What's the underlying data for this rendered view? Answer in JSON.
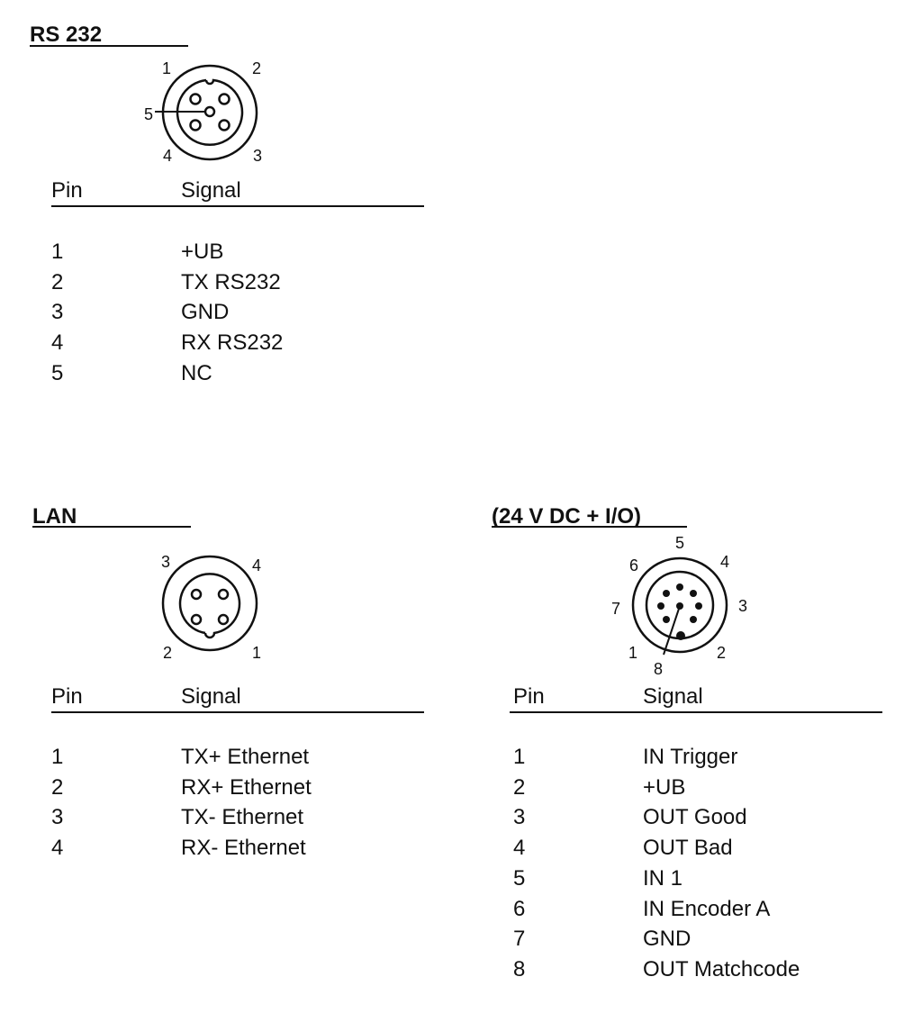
{
  "sections": {
    "rs232": {
      "title": "RS 232",
      "header": {
        "pin": "Pin",
        "signal": "Signal"
      },
      "pin_labels": [
        "1",
        "2",
        "3",
        "4",
        "5"
      ],
      "rows": [
        {
          "pin": "1",
          "signal": "+UB"
        },
        {
          "pin": "2",
          "signal": "TX RS232"
        },
        {
          "pin": "3",
          "signal": "GND"
        },
        {
          "pin": "4",
          "signal": "RX RS232"
        },
        {
          "pin": "5",
          "signal": "NC"
        }
      ]
    },
    "lan": {
      "title": "LAN",
      "header": {
        "pin": "Pin",
        "signal": "Signal"
      },
      "pin_labels": [
        "1",
        "2",
        "3",
        "4"
      ],
      "rows": [
        {
          "pin": "1",
          "signal": "TX+ Ethernet"
        },
        {
          "pin": "2",
          "signal": "RX+ Ethernet"
        },
        {
          "pin": "3",
          "signal": "TX-  Ethernet"
        },
        {
          "pin": "4",
          "signal": "RX-  Ethernet"
        }
      ]
    },
    "power_io": {
      "title": "(24 V DC + I/O)",
      "header": {
        "pin": "Pin",
        "signal": "Signal"
      },
      "pin_labels": [
        "1",
        "2",
        "3",
        "4",
        "5",
        "6",
        "7",
        "8"
      ],
      "rows": [
        {
          "pin": "1",
          "signal": "IN Trigger"
        },
        {
          "pin": "2",
          "signal": "+UB"
        },
        {
          "pin": "3",
          "signal": "OUT Good"
        },
        {
          "pin": "4",
          "signal": "OUT Bad"
        },
        {
          "pin": "5",
          "signal": "IN 1"
        },
        {
          "pin": "6",
          "signal": "IN Encoder A"
        },
        {
          "pin": "7",
          "signal": "GND"
        },
        {
          "pin": "8",
          "signal": "OUT Matchcode"
        }
      ]
    }
  }
}
